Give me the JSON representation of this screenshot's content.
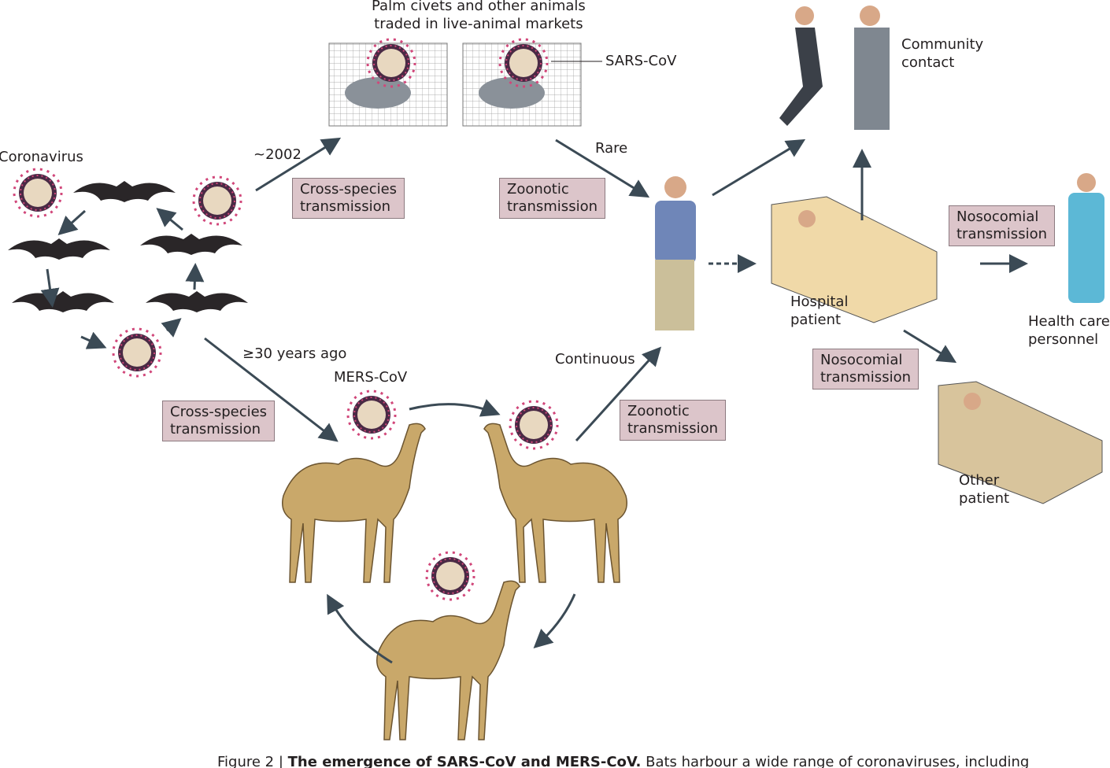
{
  "labels": {
    "palm_civets": "Palm civets and other animals\ntraded in live-animal markets",
    "sars_cov": "SARS-CoV",
    "coronavirus": "Coronavirus",
    "year_2002": "~2002",
    "rare": "Rare",
    "community_contact": "Community\ncontact",
    "hospital_patient": "Hospital\npatient",
    "health_care_personnel": "Health care\npersonnel",
    "other_patient": "Other\npatient",
    "years_ago": "≥30 years ago",
    "mers_cov": "MERS-CoV",
    "continuous": "Continuous"
  },
  "boxes": {
    "cross_species_top": "Cross-species\ntransmission",
    "zoonotic_top": "Zoonotic\ntransmission",
    "nosocomial_right": "Nosocomial\ntransmission",
    "nosocomial_mid": "Nosocomial\ntransmission",
    "cross_species_bottom": "Cross-species\ntransmission",
    "zoonotic_bottom": "Zoonotic\ntransmission"
  },
  "caption": {
    "prefix": "Figure 2 | ",
    "title": "The emergence of SARS-CoV and MERS-CoV.",
    "text": " Bats harbour a wide range of coronaviruses, including"
  },
  "colors": {
    "box_fill": "#dcc5ca",
    "arrow": "#3b4a55",
    "camel": "#c9a86a",
    "virus_spike": "#d1477a"
  }
}
